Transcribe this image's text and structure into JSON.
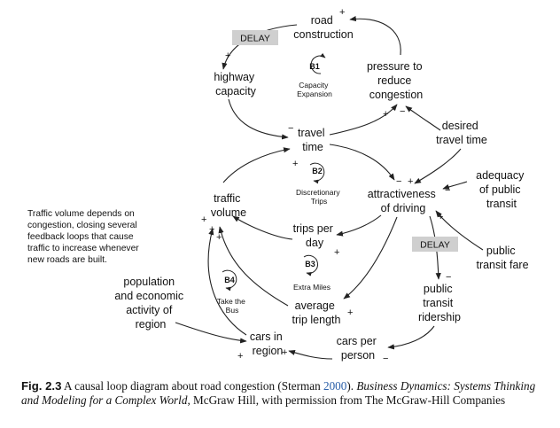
{
  "variables": {
    "road_construction": [
      "road",
      "construction"
    ],
    "highway_capacity": [
      "highway",
      "capacity"
    ],
    "pressure_to_reduce_congestion": [
      "pressure to",
      "reduce",
      "congestion"
    ],
    "travel_time": [
      "travel",
      "time"
    ],
    "desired_travel_time": [
      "desired",
      "travel time"
    ],
    "traffic_volume": [
      "traffic",
      "volume"
    ],
    "attractiveness_of_driving": [
      "attractiveness",
      "of driving"
    ],
    "adequacy_of_public_transit": [
      "adequacy",
      "of public",
      "transit"
    ],
    "trips_per_day": [
      "trips per",
      "day"
    ],
    "public_transit_fare": [
      "public",
      "transit fare"
    ],
    "public_transit_ridership": [
      "public",
      "transit",
      "ridership"
    ],
    "average_trip_length": [
      "average",
      "trip length"
    ],
    "population_and_economic_activity": [
      "population",
      "and economic",
      "activity of",
      "region"
    ],
    "cars_in_region": [
      "cars in",
      "region"
    ],
    "cars_per_person": [
      "cars per",
      "person"
    ]
  },
  "loops": [
    {
      "id": "B1",
      "name": [
        "Capacity",
        "Expansion"
      ]
    },
    {
      "id": "B2",
      "name": [
        "Discretionary",
        "Trips"
      ]
    },
    {
      "id": "B3",
      "name": [
        "Extra Miles"
      ]
    },
    {
      "id": "B4",
      "name": [
        "Take the",
        "Bus"
      ]
    }
  ],
  "delay_label": "DELAY",
  "polarity": {
    "plus": "+",
    "minus": "−"
  },
  "note": [
    "Traffic volume depends on",
    "congestion, closing several",
    "feedback loops that cause",
    "traffic to increase whenever",
    "new roads are built."
  ],
  "caption": {
    "figure_number": "Fig. 2.3",
    "text_before": " A causal loop diagram about road congestion (Sterman ",
    "year": "2000",
    "text_after": "). ",
    "book_title": "Business Dynamics: Systems Thinking and Modeling for a Complex World",
    "text_end": ", McGraw Hill, with permission from The McGraw-Hill Companies"
  }
}
